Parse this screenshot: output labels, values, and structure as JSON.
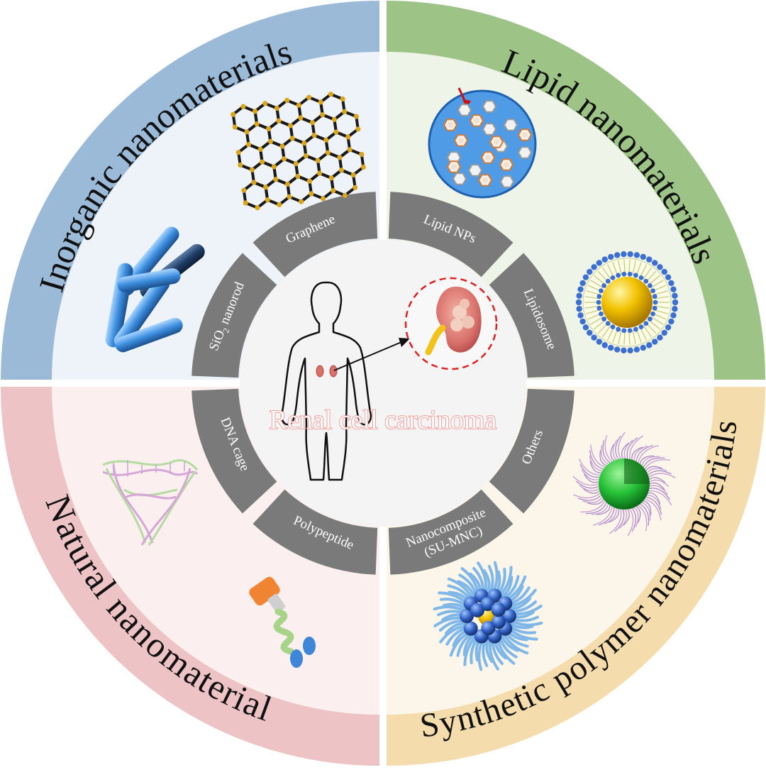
{
  "quadrants": {
    "inorganic": {
      "title": "Inorganic nanomaterials",
      "outer_color": "#9bbad8",
      "inner_color": "#eef3f9",
      "icons": [
        "graphene-lattice-icon",
        "nanorod-cluster-icon"
      ]
    },
    "lipid": {
      "title": "Lipid nanomaterials",
      "outer_color": "#9dc386",
      "inner_color": "#eef4e8",
      "icons": [
        "lipid-nanoparticle-icon",
        "liposome-icon"
      ]
    },
    "natural": {
      "title": "Natural nanomaterial",
      "outer_color": "#eec3c6",
      "inner_color": "#fbefef",
      "icons": [
        "dna-cage-icon",
        "polypeptide-icon"
      ]
    },
    "synthetic": {
      "title": "Synthetic polymer nanomaterials",
      "outer_color": "#f4dcad",
      "inner_color": "#fcf5ea",
      "icons": [
        "polymer-micelle-icon",
        "nanocomposite-icon"
      ]
    }
  },
  "segments": {
    "graphene": "Graphene",
    "lipid_nps": "Lipid NPs",
    "lipidosome": "Lipidosome",
    "others": "Others",
    "nanocomposite_line1": "Nanocomposite",
    "nanocomposite_line2": "(SU-MNC)",
    "polypeptide": "Polypeptide",
    "dna_cage": "DNA cage",
    "sio2_prefix": "SiO",
    "sio2_sub": "2",
    "sio2_suffix": " nanorod"
  },
  "center": {
    "label": "Renal cell carcinoma",
    "label_color": "#f08a86",
    "icons": [
      "human-body-icon",
      "kidney-icon"
    ]
  },
  "ring_color": "#7a7a7a"
}
